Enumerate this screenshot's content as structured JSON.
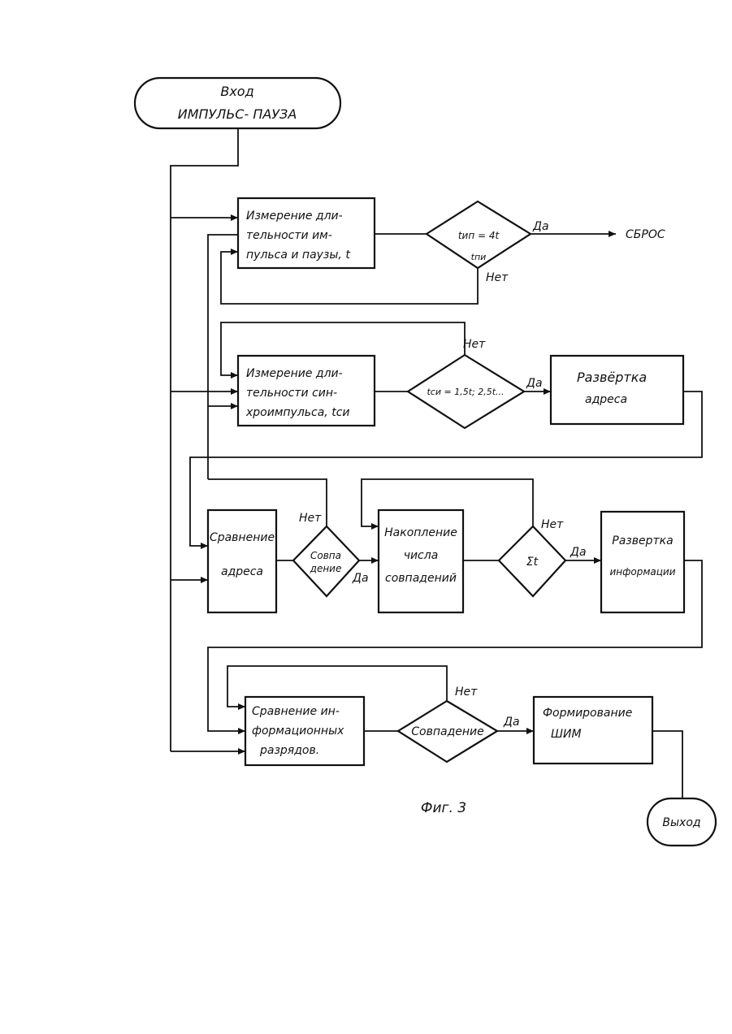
{
  "terminals": {
    "input": [
      "Вход",
      "ИМПУЛЬС- ПАУЗА"
    ],
    "output": [
      "Выход"
    ]
  },
  "blocks": {
    "measure_pulse": [
      "Измерение дли-",
      "тельности им-",
      "пульса и паузы, t"
    ],
    "measure_sync": [
      "Измерение дли-",
      "тельности син-",
      "хроимпульса, tси"
    ],
    "address_sweep": [
      "Развёртка",
      "адреса"
    ],
    "address_compare": [
      "Сравнение",
      "адреса"
    ],
    "accumulate": [
      "Накопление",
      "числа",
      "совпадений"
    ],
    "info_sweep": [
      "Развертка",
      "информации"
    ],
    "info_compare": [
      "Сравнение ин-",
      "формационных",
      "разрядов."
    ],
    "pwm": [
      "Формирование",
      "ШИМ"
    ]
  },
  "decisions": {
    "d1": [
      "tип = 4t",
      "tпи"
    ],
    "d2": [
      "tси = 1,5t; 2,5t..."
    ],
    "d3": [
      "Совпа",
      "дение"
    ],
    "d4": [
      "Σt"
    ],
    "d5": [
      "Совпадение"
    ]
  },
  "labels": {
    "yes": "Да",
    "no": "Нет",
    "reset": "СБРОС"
  },
  "caption": "Фиг. 3"
}
